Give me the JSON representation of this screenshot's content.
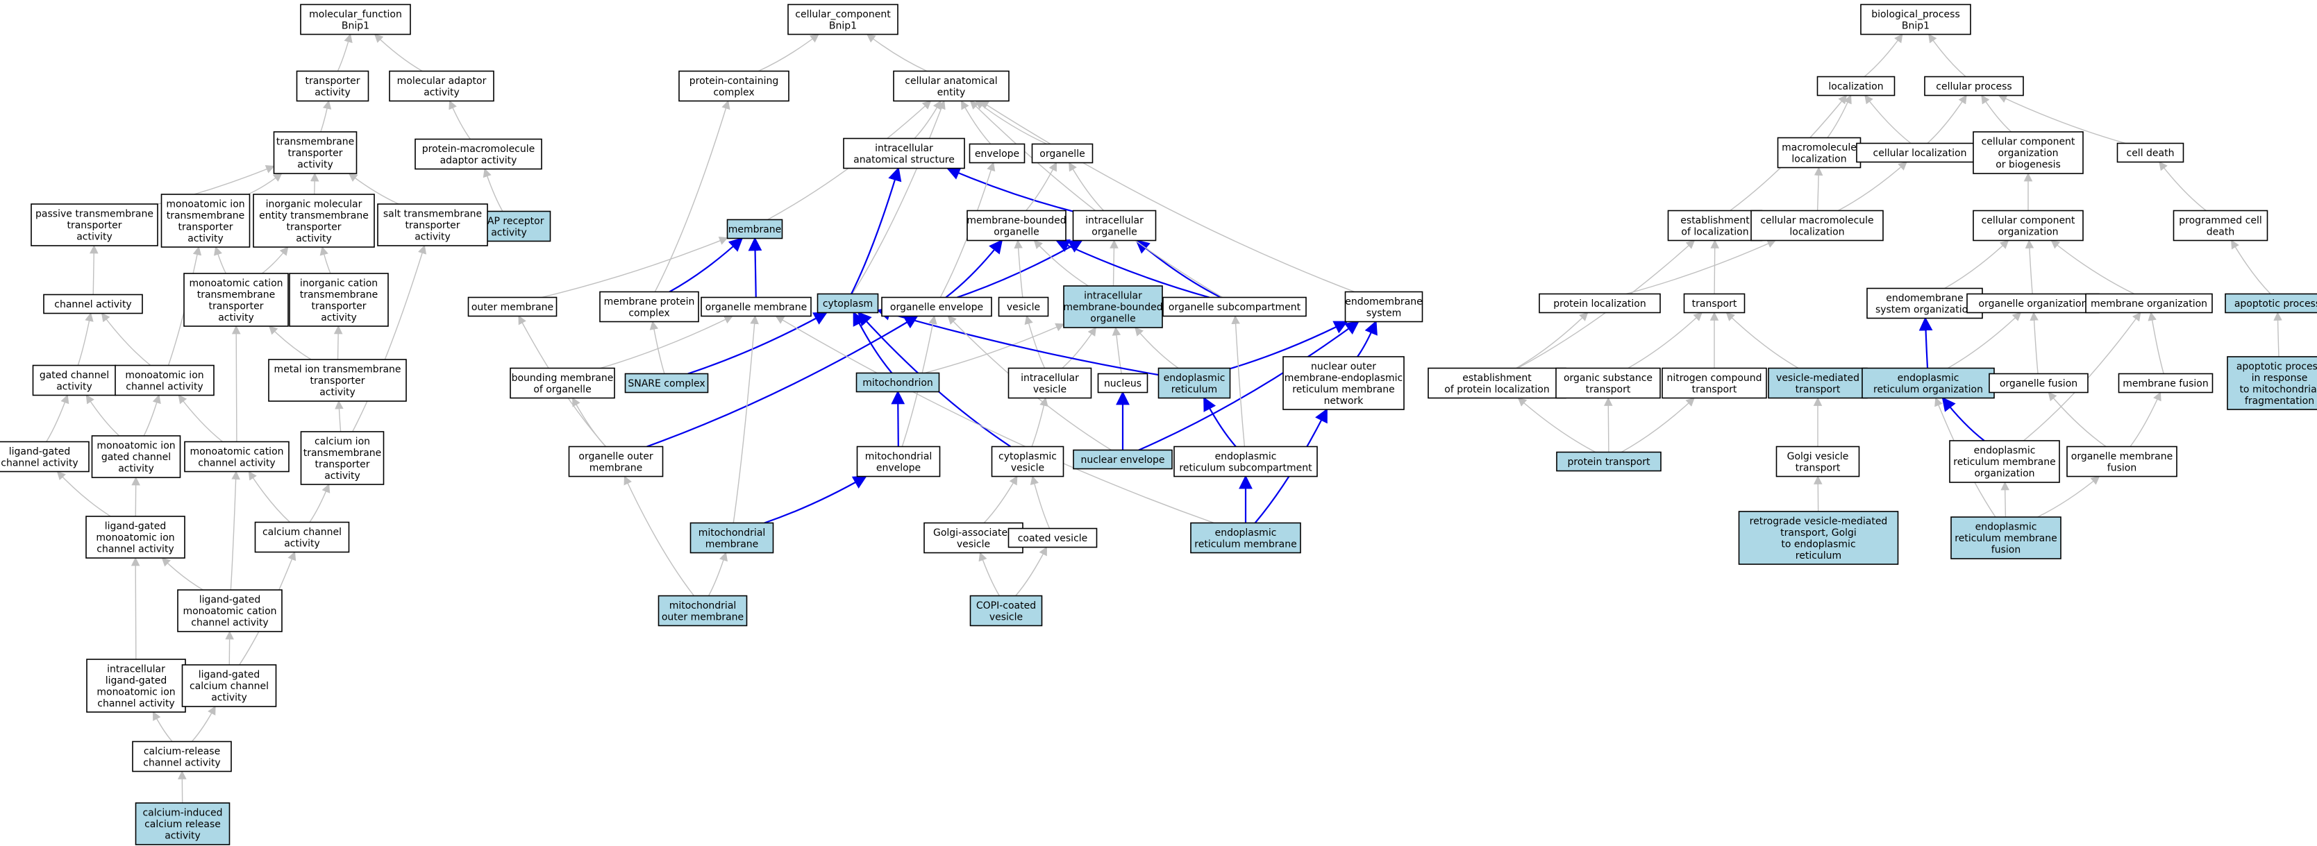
{
  "colors": {
    "highlight_fill": "#add8e6",
    "default_fill": "#ffffff",
    "border": "#000000",
    "edge_gray": "#c0c0c0",
    "edge_blue": "#0000ee"
  },
  "nodes": [
    {
      "id": "mf_root",
      "label": "molecular_function\nBnip1",
      "hl": false
    },
    {
      "id": "transporter_act",
      "label": "transporter\nactivity",
      "hl": false
    },
    {
      "id": "mol_adaptor",
      "label": "molecular adaptor\nactivity",
      "hl": false
    },
    {
      "id": "tm_transporter",
      "label": "transmembrane\ntransporter\nactivity",
      "hl": false
    },
    {
      "id": "pm_adaptor",
      "label": "protein-macromolecule\nadaptor activity",
      "hl": false
    },
    {
      "id": "snap_receptor",
      "label": "SNAP receptor\nactivity",
      "hl": true
    },
    {
      "id": "passive_tm",
      "label": "passive transmembrane\ntransporter\nactivity",
      "hl": false
    },
    {
      "id": "monoatomic_tm",
      "label": "monoatomic ion\ntransmembrane\ntransporter\nactivity",
      "hl": false
    },
    {
      "id": "inorg_mol_tm",
      "label": "inorganic molecular\nentity transmembrane\ntransporter\nactivity",
      "hl": false
    },
    {
      "id": "salt_tm",
      "label": "salt transmembrane\ntransporter\nactivity",
      "hl": false
    },
    {
      "id": "channel_act",
      "label": "channel activity",
      "hl": false
    },
    {
      "id": "monocation_tm",
      "label": "monoatomic cation\ntransmembrane\ntransporter\nactivity",
      "hl": false
    },
    {
      "id": "inorg_cation_tm",
      "label": "inorganic cation\ntransmembrane\ntransporter\nactivity",
      "hl": false
    },
    {
      "id": "gated_channel",
      "label": "gated channel\nactivity",
      "hl": false
    },
    {
      "id": "mono_ion_channel",
      "label": "monoatomic ion\nchannel activity",
      "hl": false
    },
    {
      "id": "metal_ion_tm",
      "label": "metal ion transmembrane\ntransporter\nactivity",
      "hl": false
    },
    {
      "id": "lg_channel",
      "label": "ligand-gated\nchannel activity",
      "hl": false
    },
    {
      "id": "mono_ion_gated",
      "label": "monoatomic ion\ngated channel\nactivity",
      "hl": false
    },
    {
      "id": "mono_cation_channel",
      "label": "monoatomic cation\nchannel activity",
      "hl": false
    },
    {
      "id": "calcium_ion_tm",
      "label": "calcium ion\ntransmembrane\ntransporter\nactivity",
      "hl": false
    },
    {
      "id": "lg_mono_ion",
      "label": "ligand-gated\nmonoatomic ion\nchannel activity",
      "hl": false
    },
    {
      "id": "calcium_channel",
      "label": "calcium channel\nactivity",
      "hl": false
    },
    {
      "id": "lg_mono_cation",
      "label": "ligand-gated\nmonoatomic cation\nchannel activity",
      "hl": false
    },
    {
      "id": "intra_lg",
      "label": "intracellular\nligand-gated\nmonoatomic ion\nchannel activity",
      "hl": false
    },
    {
      "id": "lg_calcium",
      "label": "ligand-gated\ncalcium channel\nactivity",
      "hl": false
    },
    {
      "id": "ca_release",
      "label": "calcium-release\nchannel activity",
      "hl": false
    },
    {
      "id": "ca_induced",
      "label": "calcium-induced\ncalcium release\nactivity",
      "hl": true
    },
    {
      "id": "cc_root",
      "label": "cellular_component\nBnip1",
      "hl": false
    },
    {
      "id": "protein_containing",
      "label": "protein-containing\ncomplex",
      "hl": false
    },
    {
      "id": "cell_anat",
      "label": "cellular anatomical\nentity",
      "hl": false
    },
    {
      "id": "intra_anat",
      "label": "intracellular\nanatomical structure",
      "hl": false
    },
    {
      "id": "envelope",
      "label": "envelope",
      "hl": false
    },
    {
      "id": "organelle",
      "label": "organelle",
      "hl": false
    },
    {
      "id": "membrane",
      "label": "membrane",
      "hl": true
    },
    {
      "id": "mem_bounded",
      "label": "membrane-bounded\norganelle",
      "hl": false
    },
    {
      "id": "intra_organelle",
      "label": "intracellular\norganelle",
      "hl": false
    },
    {
      "id": "outer_membrane",
      "label": "outer membrane",
      "hl": false
    },
    {
      "id": "mem_protein_complex",
      "label": "membrane protein\ncomplex",
      "hl": false
    },
    {
      "id": "organelle_membrane",
      "label": "organelle membrane",
      "hl": false
    },
    {
      "id": "cytoplasm",
      "label": "cytoplasm",
      "hl": true
    },
    {
      "id": "organelle_envelope",
      "label": "organelle envelope",
      "hl": false
    },
    {
      "id": "vesicle",
      "label": "vesicle",
      "hl": false
    },
    {
      "id": "intra_mbo",
      "label": "intracellular\nmembrane-bounded\norganelle",
      "hl": true
    },
    {
      "id": "organelle_subcomp",
      "label": "organelle subcompartment",
      "hl": false
    },
    {
      "id": "endomembrane",
      "label": "endomembrane\nsystem",
      "hl": false
    },
    {
      "id": "bounding_mem",
      "label": "bounding membrane\nof organelle",
      "hl": false
    },
    {
      "id": "snare_complex",
      "label": "SNARE complex",
      "hl": true
    },
    {
      "id": "mitochondrion",
      "label": "mitochondrion",
      "hl": true
    },
    {
      "id": "intra_vesicle",
      "label": "intracellular\nvesicle",
      "hl": false
    },
    {
      "id": "nucleus",
      "label": "nucleus",
      "hl": false
    },
    {
      "id": "er",
      "label": "endoplasmic\nreticulum",
      "hl": true
    },
    {
      "id": "nuclear_outer_er",
      "label": "nuclear outer\nmembrane-endoplasmic\nreticulum membrane\nnetwork",
      "hl": false
    },
    {
      "id": "organelle_outer",
      "label": "organelle outer\nmembrane",
      "hl": false
    },
    {
      "id": "mito_envelope",
      "label": "mitochondrial\nenvelope",
      "hl": false
    },
    {
      "id": "cyto_vesicle",
      "label": "cytoplasmic\nvesicle",
      "hl": false
    },
    {
      "id": "nuclear_envelope",
      "label": "nuclear envelope",
      "hl": true
    },
    {
      "id": "er_subcomp",
      "label": "endoplasmic\nreticulum subcompartment",
      "hl": false
    },
    {
      "id": "mito_membrane",
      "label": "mitochondrial\nmembrane",
      "hl": true
    },
    {
      "id": "golgi_vesicle",
      "label": "Golgi-associated\nvesicle",
      "hl": false
    },
    {
      "id": "coated_vesicle",
      "label": "coated vesicle",
      "hl": false
    },
    {
      "id": "er_membrane",
      "label": "endoplasmic\nreticulum membrane",
      "hl": true
    },
    {
      "id": "mito_outer",
      "label": "mitochondrial\nouter membrane",
      "hl": true
    },
    {
      "id": "copi_vesicle",
      "label": "COPI-coated\nvesicle",
      "hl": true
    },
    {
      "id": "bp_root",
      "label": "biological_process\nBnip1",
      "hl": false
    },
    {
      "id": "localization",
      "label": "localization",
      "hl": false
    },
    {
      "id": "cellular_process",
      "label": "cellular process",
      "hl": false
    },
    {
      "id": "macro_loc",
      "label": "macromolecule\nlocalization",
      "hl": false
    },
    {
      "id": "cell_loc",
      "label": "cellular localization",
      "hl": false
    },
    {
      "id": "cc_org_bio",
      "label": "cellular component\norganization\nor biogenesis",
      "hl": false
    },
    {
      "id": "cell_death",
      "label": "cell death",
      "hl": false
    },
    {
      "id": "est_loc",
      "label": "establishment\nof localization",
      "hl": false
    },
    {
      "id": "cell_macro_loc",
      "label": "cellular macromolecule\nlocalization",
      "hl": false
    },
    {
      "id": "cc_org",
      "label": "cellular component\norganization",
      "hl": false
    },
    {
      "id": "prog_cell_death",
      "label": "programmed cell\ndeath",
      "hl": false
    },
    {
      "id": "protein_loc",
      "label": "protein localization",
      "hl": false
    },
    {
      "id": "transport",
      "label": "transport",
      "hl": false
    },
    {
      "id": "endo_sys_org",
      "label": "endomembrane\nsystem organization",
      "hl": false
    },
    {
      "id": "organelle_org",
      "label": "organelle organization",
      "hl": false
    },
    {
      "id": "membrane_org",
      "label": "membrane organization",
      "hl": false
    },
    {
      "id": "apoptotic",
      "label": "apoptotic process",
      "hl": true
    },
    {
      "id": "est_protein_loc",
      "label": "establishment\nof protein localization",
      "hl": false
    },
    {
      "id": "organic_transport",
      "label": "organic substance\ntransport",
      "hl": false
    },
    {
      "id": "nitrogen_transport",
      "label": "nitrogen compound\ntransport",
      "hl": false
    },
    {
      "id": "vesicle_transport",
      "label": "vesicle-mediated\ntransport",
      "hl": true
    },
    {
      "id": "er_org",
      "label": "endoplasmic\nreticulum organization",
      "hl": true
    },
    {
      "id": "organelle_fusion",
      "label": "organelle fusion",
      "hl": false
    },
    {
      "id": "membrane_fusion",
      "label": "membrane fusion",
      "hl": false
    },
    {
      "id": "apoptotic_mito",
      "label": "apoptotic process\nin response\nto mitochondrial\nfragmentation",
      "hl": true
    },
    {
      "id": "protein_transport",
      "label": "protein transport",
      "hl": true
    },
    {
      "id": "golgi_transport",
      "label": "Golgi vesicle\ntransport",
      "hl": false
    },
    {
      "id": "er_mem_org",
      "label": "endoplasmic\nreticulum membrane\norganization",
      "hl": false
    },
    {
      "id": "org_mem_fusion",
      "label": "organelle membrane\nfusion",
      "hl": false
    },
    {
      "id": "retrograde",
      "label": "retrograde vesicle-mediated\ntransport, Golgi\nto endoplasmic\nreticulum",
      "hl": true
    },
    {
      "id": "er_mem_fusion",
      "label": "endoplasmic\nreticulum membrane\nfusion",
      "hl": true
    }
  ],
  "edges": [
    [
      "transporter_act",
      "mf_root",
      "g"
    ],
    [
      "mol_adaptor",
      "mf_root",
      "g"
    ],
    [
      "tm_transporter",
      "transporter_act",
      "g"
    ],
    [
      "pm_adaptor",
      "mol_adaptor",
      "g"
    ],
    [
      "snap_receptor",
      "pm_adaptor",
      "g"
    ],
    [
      "passive_tm",
      "tm_transporter",
      "g"
    ],
    [
      "monoatomic_tm",
      "tm_transporter",
      "g"
    ],
    [
      "inorg_mol_tm",
      "tm_transporter",
      "g"
    ],
    [
      "salt_tm",
      "tm_transporter",
      "g"
    ],
    [
      "channel_act",
      "passive_tm",
      "g"
    ],
    [
      "monocation_tm",
      "monoatomic_tm",
      "g"
    ],
    [
      "monocation_tm",
      "inorg_mol_tm",
      "g"
    ],
    [
      "inorg_cation_tm",
      "inorg_mol_tm",
      "g"
    ],
    [
      "gated_channel",
      "channel_act",
      "g"
    ],
    [
      "mono_ion_channel",
      "channel_act",
      "g"
    ],
    [
      "mono_ion_channel",
      "monoatomic_tm",
      "g"
    ],
    [
      "metal_ion_tm",
      "inorg_cation_tm",
      "g"
    ],
    [
      "metal_ion_tm",
      "monocation_tm",
      "g"
    ],
    [
      "lg_channel",
      "gated_channel",
      "g"
    ],
    [
      "mono_ion_gated",
      "gated_channel",
      "g"
    ],
    [
      "mono_ion_gated",
      "mono_ion_channel",
      "g"
    ],
    [
      "mono_cation_channel",
      "mono_ion_channel",
      "g"
    ],
    [
      "mono_cation_channel",
      "monocation_tm",
      "g"
    ],
    [
      "calcium_ion_tm",
      "metal_ion_tm",
      "g"
    ],
    [
      "calcium_ion_tm",
      "salt_tm",
      "g"
    ],
    [
      "lg_mono_ion",
      "lg_channel",
      "g"
    ],
    [
      "lg_mono_ion",
      "mono_ion_gated",
      "g"
    ],
    [
      "calcium_channel",
      "mono_cation_channel",
      "g"
    ],
    [
      "calcium_channel",
      "calcium_ion_tm",
      "g"
    ],
    [
      "lg_mono_cation",
      "lg_mono_ion",
      "g"
    ],
    [
      "lg_mono_cation",
      "mono_cation_channel",
      "g"
    ],
    [
      "intra_lg",
      "lg_mono_ion",
      "g"
    ],
    [
      "lg_calcium",
      "lg_mono_cation",
      "g"
    ],
    [
      "lg_calcium",
      "calcium_channel",
      "g"
    ],
    [
      "ca_release",
      "intra_lg",
      "g"
    ],
    [
      "ca_release",
      "lg_calcium",
      "g"
    ],
    [
      "ca_induced",
      "ca_release",
      "g"
    ],
    [
      "protein_containing",
      "cc_root",
      "g"
    ],
    [
      "cell_anat",
      "cc_root",
      "g"
    ],
    [
      "intra_anat",
      "cell_anat",
      "g"
    ],
    [
      "envelope",
      "cell_anat",
      "g"
    ],
    [
      "organelle",
      "cell_anat",
      "g"
    ],
    [
      "membrane",
      "cell_anat",
      "g"
    ],
    [
      "cytoplasm",
      "cell_anat",
      "g"
    ],
    [
      "intra_organelle",
      "intra_anat",
      "b"
    ],
    [
      "intra_organelle",
      "organelle",
      "g"
    ],
    [
      "mem_bounded",
      "organelle",
      "g"
    ],
    [
      "outer_membrane",
      "membrane",
      "g"
    ],
    [
      "mem_protein_complex",
      "membrane",
      "b"
    ],
    [
      "mem_protein_complex",
      "protein_containing",
      "g"
    ],
    [
      "organelle_membrane",
      "membrane",
      "b"
    ],
    [
      "cytoplasm",
      "intra_anat",
      "b"
    ],
    [
      "organelle_envelope",
      "mem_bounded",
      "b"
    ],
    [
      "organelle_envelope",
      "intra_organelle",
      "b"
    ],
    [
      "organelle_envelope",
      "envelope",
      "g"
    ],
    [
      "vesicle",
      "mem_bounded",
      "g"
    ],
    [
      "intra_mbo",
      "mem_bounded",
      "g"
    ],
    [
      "intra_mbo",
      "intra_organelle",
      "g"
    ],
    [
      "organelle_subcomp",
      "intra_organelle",
      "b"
    ],
    [
      "organelle_subcomp",
      "mem_bounded",
      "b"
    ],
    [
      "organelle_subcomp",
      "cell_anat",
      "g"
    ],
    [
      "endomembrane",
      "cell_anat",
      "g"
    ],
    [
      "bounding_mem",
      "organelle_membrane",
      "g"
    ],
    [
      "snare_complex",
      "mem_protein_complex",
      "g"
    ],
    [
      "snare_complex",
      "cytoplasm",
      "b"
    ],
    [
      "mitochondrion",
      "cytoplasm",
      "b"
    ],
    [
      "mitochondrion",
      "intra_mbo",
      "g"
    ],
    [
      "intra_vesicle",
      "vesicle",
      "g"
    ],
    [
      "intra_vesicle",
      "intra_mbo",
      "g"
    ],
    [
      "nucleus",
      "intra_mbo",
      "g"
    ],
    [
      "er",
      "intra_mbo",
      "g"
    ],
    [
      "er",
      "cytoplasm",
      "b"
    ],
    [
      "er",
      "endomembrane",
      "b"
    ],
    [
      "nuclear_outer_er",
      "endomembrane",
      "b"
    ],
    [
      "organelle_outer",
      "outer_membrane",
      "g"
    ],
    [
      "organelle_outer",
      "bounding_mem",
      "g"
    ],
    [
      "organelle_outer",
      "organelle_envelope",
      "b"
    ],
    [
      "mito_envelope",
      "mitochondrion",
      "b"
    ],
    [
      "mito_envelope",
      "organelle_envelope",
      "g"
    ],
    [
      "cyto_vesicle",
      "intra_vesicle",
      "g"
    ],
    [
      "cyto_vesicle",
      "cytoplasm",
      "b"
    ],
    [
      "nuclear_envelope",
      "nucleus",
      "b"
    ],
    [
      "nuclear_envelope",
      "endomembrane",
      "b"
    ],
    [
      "nuclear_envelope",
      "organelle_envelope",
      "g"
    ],
    [
      "er_subcomp",
      "er",
      "b"
    ],
    [
      "er_subcomp",
      "organelle_subcomp",
      "g"
    ],
    [
      "mito_membrane",
      "mito_envelope",
      "b"
    ],
    [
      "mito_membrane",
      "organelle_membrane",
      "g"
    ],
    [
      "golgi_vesicle",
      "cyto_vesicle",
      "g"
    ],
    [
      "coated_vesicle",
      "cyto_vesicle",
      "g"
    ],
    [
      "er_membrane",
      "er_subcomp",
      "b"
    ],
    [
      "er_membrane",
      "nuclear_outer_er",
      "b"
    ],
    [
      "er_membrane",
      "organelle_membrane",
      "g"
    ],
    [
      "mito_outer",
      "mito_membrane",
      "g"
    ],
    [
      "mito_outer",
      "organelle_outer",
      "g"
    ],
    [
      "copi_vesicle",
      "golgi_vesicle",
      "g"
    ],
    [
      "copi_vesicle",
      "coated_vesicle",
      "g"
    ],
    [
      "localization",
      "bp_root",
      "g"
    ],
    [
      "cellular_process",
      "bp_root",
      "g"
    ],
    [
      "macro_loc",
      "localization",
      "g"
    ],
    [
      "cell_loc",
      "localization",
      "g"
    ],
    [
      "cell_loc",
      "cellular_process",
      "g"
    ],
    [
      "cc_org_bio",
      "cellular_process",
      "g"
    ],
    [
      "cell_death",
      "cellular_process",
      "g"
    ],
    [
      "est_loc",
      "localization",
      "g"
    ],
    [
      "cell_macro_loc",
      "macro_loc",
      "g"
    ],
    [
      "cell_macro_loc",
      "cell_loc",
      "g"
    ],
    [
      "cc_org",
      "cc_org_bio",
      "g"
    ],
    [
      "prog_cell_death",
      "cell_death",
      "g"
    ],
    [
      "protein_loc",
      "cell_macro_loc",
      "g"
    ],
    [
      "transport",
      "est_loc",
      "g"
    ],
    [
      "endo_sys_org",
      "cc_org",
      "g"
    ],
    [
      "organelle_org",
      "cc_org",
      "g"
    ],
    [
      "membrane_org",
      "cc_org",
      "g"
    ],
    [
      "apoptotic",
      "prog_cell_death",
      "g"
    ],
    [
      "est_protein_loc",
      "protein_loc",
      "g"
    ],
    [
      "est_protein_loc",
      "est_loc",
      "g"
    ],
    [
      "organic_transport",
      "transport",
      "g"
    ],
    [
      "nitrogen_transport",
      "transport",
      "g"
    ],
    [
      "vesicle_transport",
      "transport",
      "g"
    ],
    [
      "er_org",
      "endo_sys_org",
      "b"
    ],
    [
      "er_org",
      "organelle_org",
      "g"
    ],
    [
      "organelle_fusion",
      "organelle_org",
      "g"
    ],
    [
      "membrane_fusion",
      "membrane_org",
      "g"
    ],
    [
      "apoptotic_mito",
      "apoptotic",
      "g"
    ],
    [
      "protein_transport",
      "est_protein_loc",
      "g"
    ],
    [
      "protein_transport",
      "organic_transport",
      "g"
    ],
    [
      "protein_transport",
      "nitrogen_transport",
      "g"
    ],
    [
      "golgi_transport",
      "vesicle_transport",
      "g"
    ],
    [
      "er_mem_org",
      "er_org",
      "b"
    ],
    [
      "er_mem_org",
      "membrane_org",
      "g"
    ],
    [
      "org_mem_fusion",
      "organelle_fusion",
      "g"
    ],
    [
      "org_mem_fusion",
      "membrane_fusion",
      "g"
    ],
    [
      "retrograde",
      "golgi_transport",
      "g"
    ],
    [
      "er_mem_fusion",
      "er_mem_org",
      "g"
    ],
    [
      "er_mem_fusion",
      "org_mem_fusion",
      "g"
    ],
    [
      "er_mem_fusion",
      "er_org",
      "g"
    ]
  ]
}
